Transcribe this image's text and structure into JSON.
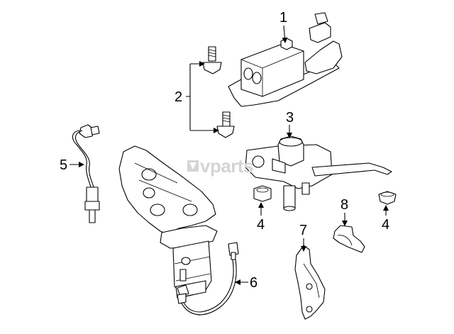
{
  "watermark": {
    "text": "vparts"
  },
  "callouts": [
    {
      "id": "1",
      "label": "1"
    },
    {
      "id": "2",
      "label": "2"
    },
    {
      "id": "3",
      "label": "3"
    },
    {
      "id": "4a",
      "label": "4"
    },
    {
      "id": "4b",
      "label": "4"
    },
    {
      "id": "5",
      "label": "5"
    },
    {
      "id": "6",
      "label": "6"
    },
    {
      "id": "7",
      "label": "7"
    },
    {
      "id": "8",
      "label": "8"
    }
  ],
  "colors": {
    "line": "#000000",
    "background": "#ffffff",
    "watermark": "#d4d4d4"
  }
}
